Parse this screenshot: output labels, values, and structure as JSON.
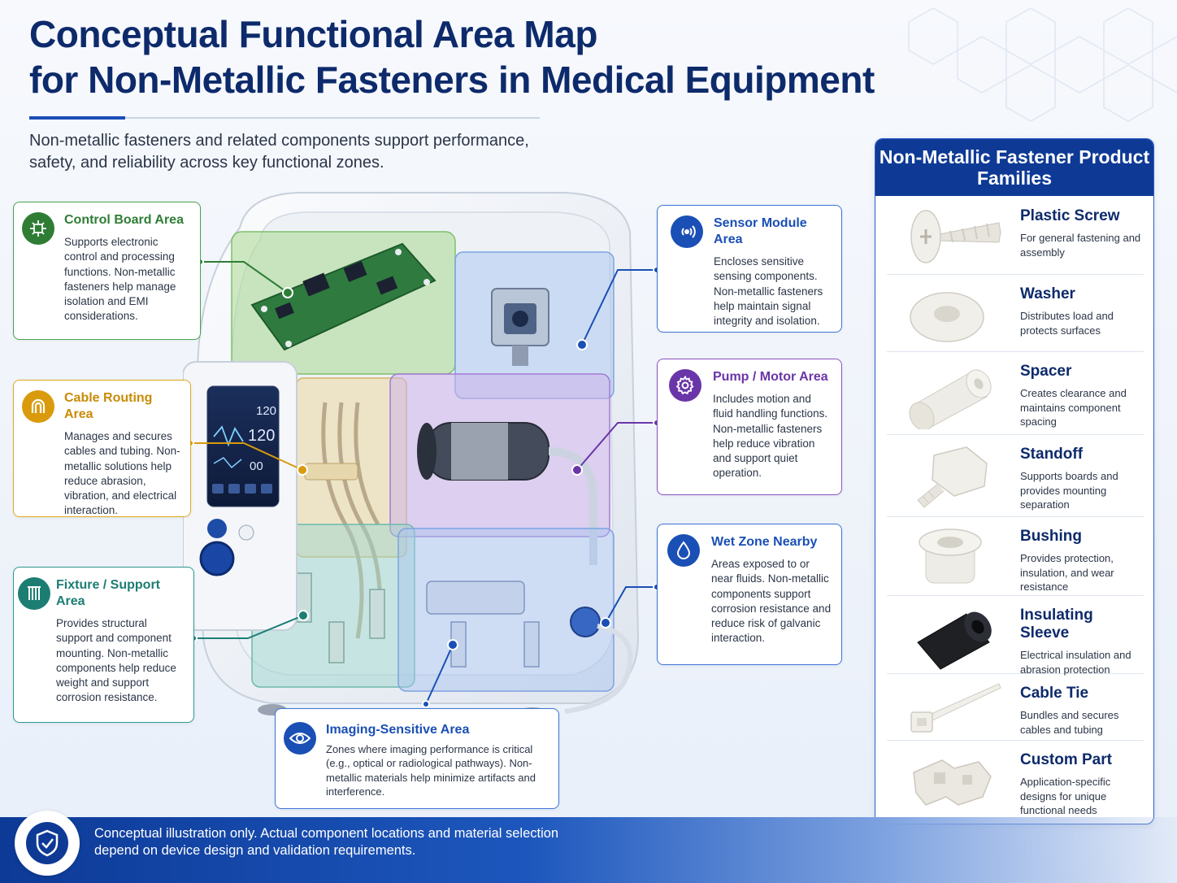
{
  "title": "Conceptual Functional Area Map\nfor Non-Metallic Fasteners in Medical Equipment",
  "intro": "Non-metallic fasteners and related components support performance, safety, and reliability across key functional zones.",
  "colors": {
    "navy": "#0d2a6b",
    "control": "#2f7d35",
    "cable": "#d99a0c",
    "fixture": "#1c7d73",
    "sensor": "#1a4fb5",
    "pump": "#6a35a8"
  },
  "areas": {
    "control": {
      "title": "Control Board Area",
      "description": "Supports electronic control and processing functions. Non-metallic fasteners help manage isolation and EMI considerations.",
      "icon": "circuit-chip-icon"
    },
    "cable": {
      "title": "Cable Routing Area",
      "description": "Manages and secures cables and tubing. Non-metallic solutions help reduce abrasion, vibration, and electrical interaction.",
      "icon": "cable-loop-icon"
    },
    "fixture": {
      "title": "Fixture / Support Area",
      "description": "Provides structural support and component mounting. Non-metallic components help reduce weight and support corrosion resistance.",
      "icon": "support-frame-icon"
    },
    "sensor": {
      "title": "Sensor Module Area",
      "description": "Encloses sensitive sensing components. Non-metallic fasteners help maintain signal integrity and isolation.",
      "icon": "signal-waves-icon"
    },
    "pump": {
      "title": "Pump / Motor Area",
      "description": "Includes motion and fluid handling functions. Non-metallic fasteners help reduce vibration and support quiet operation.",
      "icon": "gear-icon"
    },
    "wet": {
      "title": "Wet Zone Nearby",
      "description": "Areas exposed to or near fluids. Non-metallic components support corrosion resistance and reduce risk of galvanic interaction.",
      "icon": "water-drop-icon"
    },
    "imaging": {
      "title": "Imaging-Sensitive Area",
      "description": "Zones where imaging performance is critical (e.g., optical or radiological pathways). Non-metallic materials help minimize artifacts and interference.",
      "icon": "eye-icon"
    }
  },
  "device_screen": {
    "reading_top": "120",
    "reading_mid": "120",
    "reading_low": "00"
  },
  "families": {
    "heading": "Non-Metallic Fastener Product Families",
    "items": [
      {
        "name": "Plastic Screw",
        "description": "For general fastening and assembly"
      },
      {
        "name": "Washer",
        "description": "Distributes load and protects surfaces"
      },
      {
        "name": "Spacer",
        "description": "Creates clearance and maintains component spacing"
      },
      {
        "name": "Standoff",
        "description": "Supports boards and provides mounting separation"
      },
      {
        "name": "Bushing",
        "description": "Provides protection, insulation, and wear resistance"
      },
      {
        "name": "Insulating Sleeve",
        "description": "Electrical insulation and abrasion protection"
      },
      {
        "name": "Cable Tie",
        "description": "Bundles and secures cables and tubing"
      },
      {
        "name": "Custom Part",
        "description": "Application-specific designs for unique functional needs"
      }
    ]
  },
  "footer": {
    "note": "Conceptual illustration only. Actual component locations and material selection depend on device design and validation requirements.",
    "icon": "shield-check-icon"
  }
}
